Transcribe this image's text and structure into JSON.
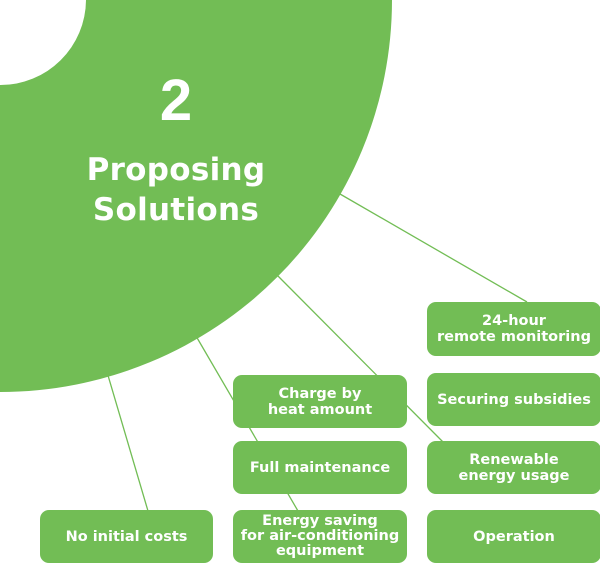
{
  "colors": {
    "accent": "#72bd55",
    "text_on_accent": "#ffffff",
    "background": "#ffffff"
  },
  "hub": {
    "number": "2",
    "title_lines": [
      "Proposing",
      "Solutions"
    ]
  },
  "solutions": [
    {
      "id": "remote-monitoring",
      "label": "24-hour\nremote monitoring"
    },
    {
      "id": "securing-subsidies",
      "label": "Securing subsidies"
    },
    {
      "id": "renewable-energy",
      "label": "Renewable\nenergy usage"
    },
    {
      "id": "operation",
      "label": "Operation"
    },
    {
      "id": "charge-by-heat",
      "label": "Charge by\nheat amount"
    },
    {
      "id": "full-maintenance",
      "label": "Full maintenance"
    },
    {
      "id": "energy-saving",
      "label": "Energy saving\nfor air-conditioning\nequipment"
    },
    {
      "id": "no-initial-costs",
      "label": "No initial costs"
    }
  ]
}
